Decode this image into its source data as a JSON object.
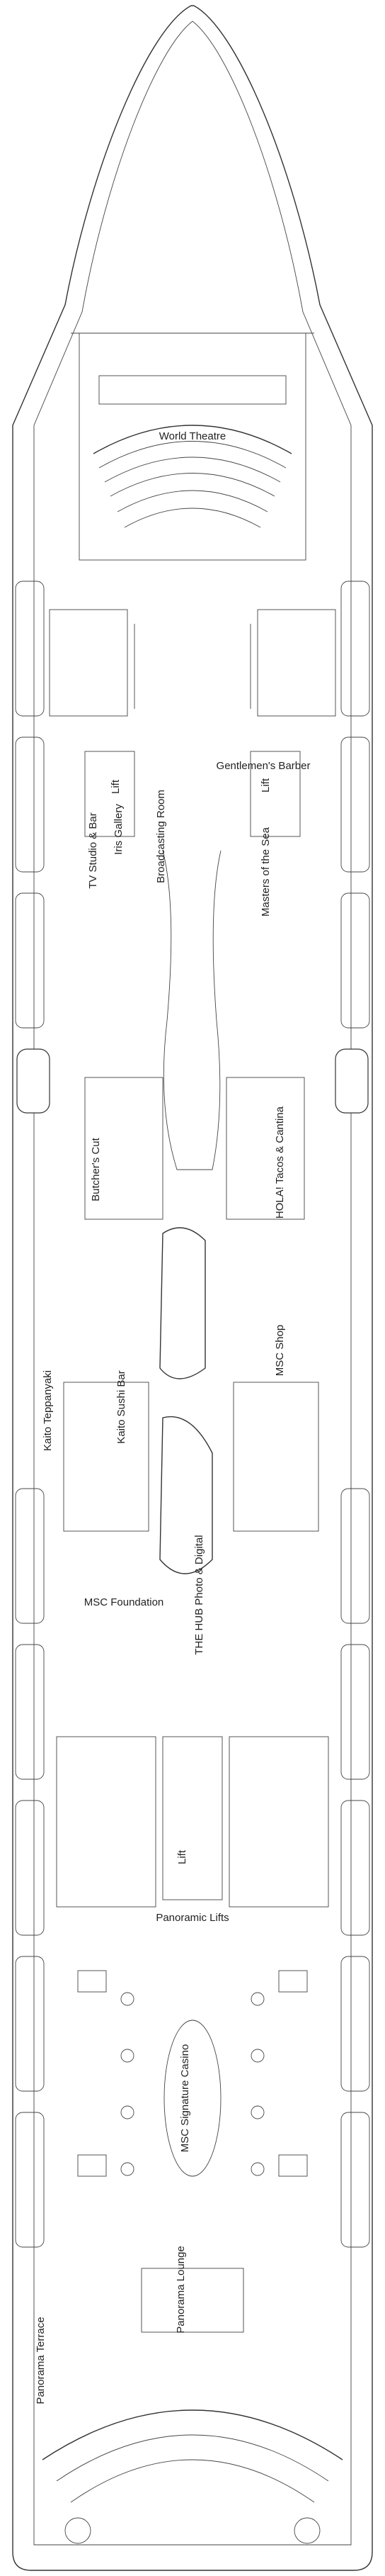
{
  "plan": {
    "venues": [
      {
        "id": "world-theatre",
        "text": "World Theatre"
      },
      {
        "id": "iris-gallery",
        "text": "Iris Gallery"
      },
      {
        "id": "tv-studio",
        "text": "TV Studio & Bar"
      },
      {
        "id": "broadcasting-room",
        "text": "Broadcasting Room"
      },
      {
        "id": "gentlemens-barber",
        "text": "Gentlemen's Barber"
      },
      {
        "id": "masters-of-the-sea",
        "text": "Masters of the Sea"
      },
      {
        "id": "butchers-cut",
        "text": "Butcher's Cut"
      },
      {
        "id": "hola",
        "text": "HOLA! Tacos & Cantina"
      },
      {
        "id": "kaito-teppanyaki",
        "text": "Kaito Teppanyaki"
      },
      {
        "id": "kaito-sushi-bar",
        "text": "Kaito Sushi Bar"
      },
      {
        "id": "msc-shop",
        "text": "MSC Shop"
      },
      {
        "id": "msc-foundation",
        "text": "MSC Foundation"
      },
      {
        "id": "the-hub",
        "text": "THE HUB Photo & Digital"
      },
      {
        "id": "panoramic-lifts",
        "text": "Panoramic Lifts"
      },
      {
        "id": "msc-signature-casino",
        "text": "MSC Signature Casino"
      },
      {
        "id": "panorama-lounge",
        "text": "Panorama Lounge"
      },
      {
        "id": "panorama-terrace",
        "text": "Panorama Terrace"
      }
    ],
    "lifts": [
      "Lift",
      "Lift",
      "Lift"
    ]
  }
}
